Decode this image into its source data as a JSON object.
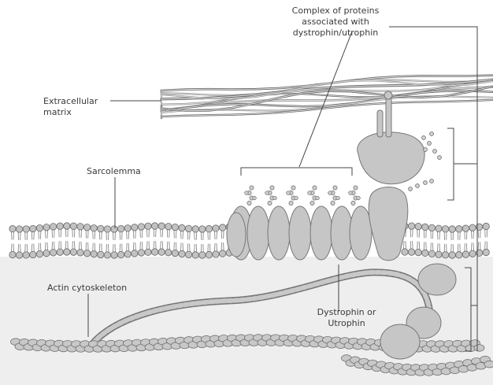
{
  "labels": {
    "complex_line1": "Complex of proteins",
    "complex_line2": "associated with",
    "complex_line3": "dystrophin/utrophin",
    "ecm_line1": "Extracellular",
    "ecm_line2": "matrix",
    "sarcolemma": "Sarcolemma",
    "actin": "Actin cytoskeleton",
    "dys_line1": "Dystrophin or",
    "dys_line2": "Utrophin"
  },
  "colors": {
    "membrane": "#c2c2c2",
    "protein": "#c6c6c6",
    "cytoplasm": "#eeeeee",
    "outline": "#6e6e6e"
  }
}
